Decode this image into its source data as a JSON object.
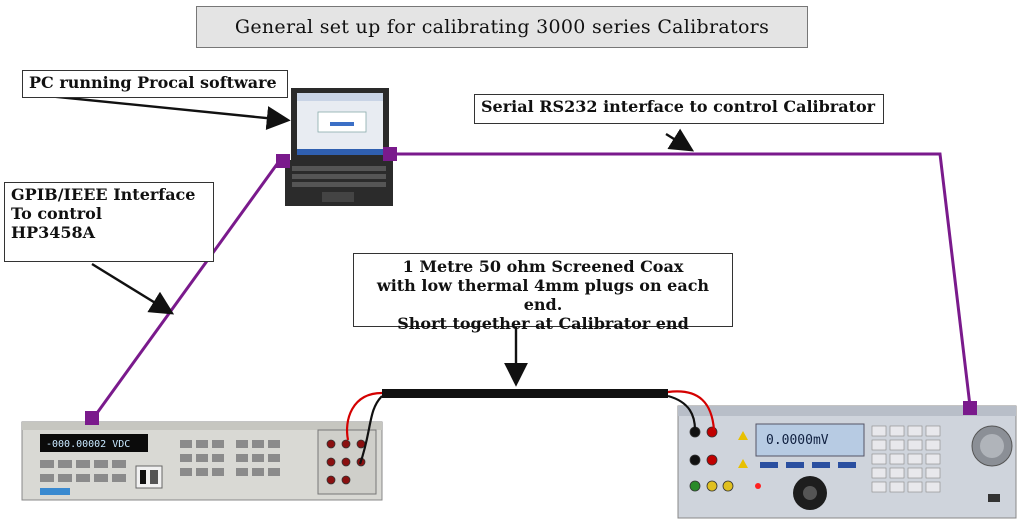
{
  "title": "General  set up for calibrating 3000 series Calibrators",
  "labels": {
    "pc": "PC running Procal software",
    "serial": "Serial RS232 interface to control Calibrator",
    "gpib": [
      "GPIB/IEEE Interface",
      "To control",
      "HP3458A"
    ],
    "coax": [
      "1 Metre 50 ohm Screened Coax",
      "with low thermal 4mm plugs on each end.",
      "Short together at Calibrator end"
    ]
  },
  "devices": {
    "dmm_display": "-000.00002 VDC",
    "calibrator_display": "0.0000mV"
  },
  "colors": {
    "cable": "#7a1a8c",
    "connector": "#7a1a8c",
    "coax": "#111111",
    "lead_red": "#d40000"
  }
}
